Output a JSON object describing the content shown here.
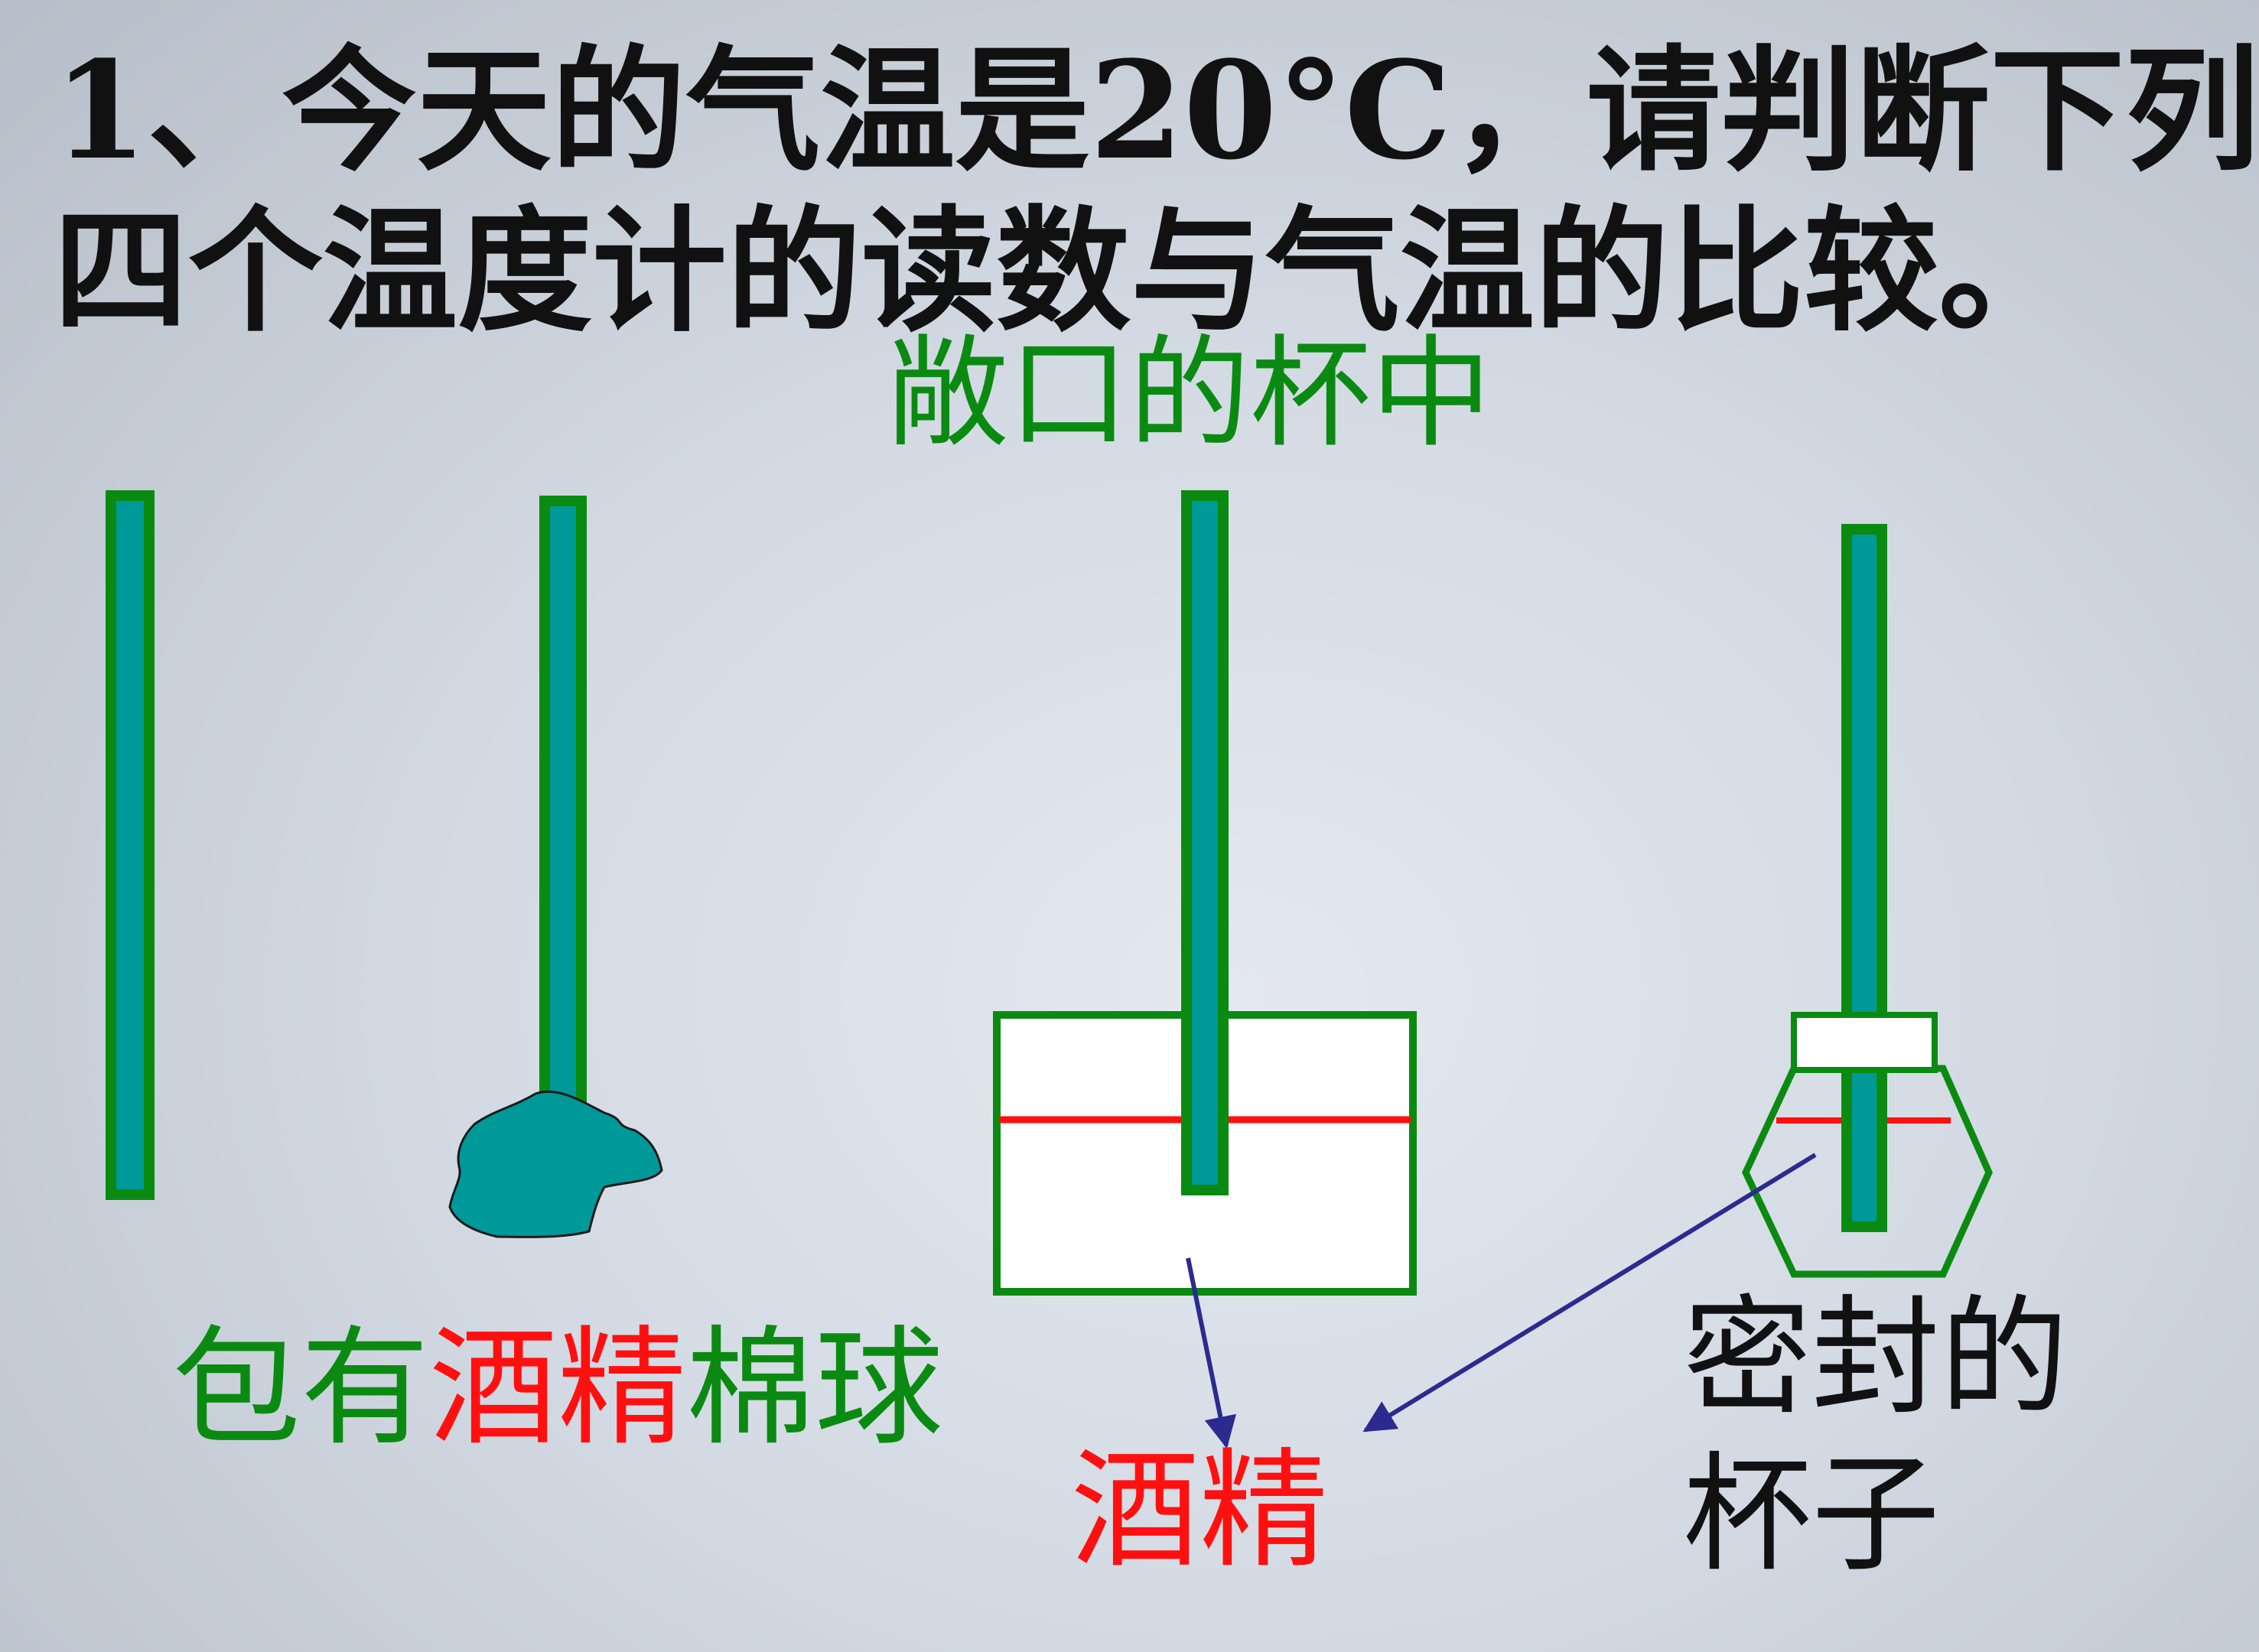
{
  "title": {
    "line1": "1、今天的气温是20°C，请判断下列",
    "line2": "四个温度计的读数与气温的比较。"
  },
  "labels": {
    "open_cup": "敞口的杯中",
    "cotton_prefix": "包有",
    "cotton_middle": "酒精",
    "cotton_suffix": "棉球",
    "alcohol": "酒精",
    "sealed_line1": "密封的",
    "sealed_line2": "杯子"
  },
  "colors": {
    "thermometer_border": "#0b8a12",
    "thermometer_fill": "#009999",
    "liquid_line": "#ff1010",
    "arrow": "#2b2b8f",
    "container_fill": "#ffffff"
  }
}
